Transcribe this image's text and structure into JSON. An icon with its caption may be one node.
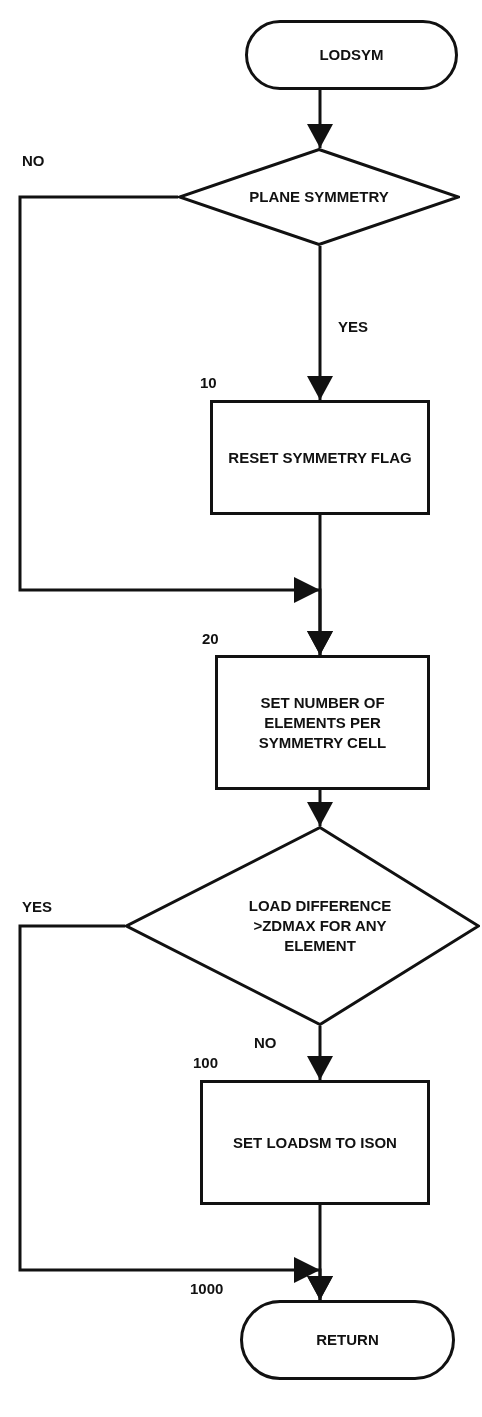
{
  "diagram": {
    "nodes": [
      {
        "text": [
          "LODSYM"
        ]
      },
      {
        "text": [
          "PLANE SYMMETRY"
        ]
      },
      {
        "text": [
          "RESET SYMMETRY FLAG"
        ],
        "beside": [
          "10"
        ]
      },
      {
        "text": [
          "SET NUMBER OF ELEMENTS PER SYMMETRY CELL"
        ],
        "beside": [
          "20"
        ]
      },
      {
        "text": [
          "LOAD DIFFERENCE >ZDMAX FOR ANY ELEMENT"
        ]
      },
      {
        "text": [
          "SET LOADSM TO ISON"
        ],
        "beside": [
          "100"
        ]
      },
      {
        "text": [
          "RETURN"
        ],
        "beside": [
          "1000"
        ]
      }
    ],
    "edges": [
      {
        "from": 0,
        "to": 1,
        "arrow": "to"
      },
      {
        "from": 1,
        "to": 2,
        "arrow": "to",
        "label": "YES"
      },
      {
        "from": 1,
        "to": 3,
        "arrow": "to",
        "label": "NO"
      },
      {
        "from": 2,
        "to": 3,
        "arrow": "to"
      },
      {
        "from": 3,
        "to": 4,
        "arrow": "to"
      },
      {
        "from": 4,
        "to": 5,
        "arrow": "to",
        "label": "NO"
      },
      {
        "from": 4,
        "to": 6,
        "arrow": "to",
        "label": "YES"
      },
      {
        "from": 5,
        "to": 6,
        "arrow": "to"
      }
    ]
  }
}
